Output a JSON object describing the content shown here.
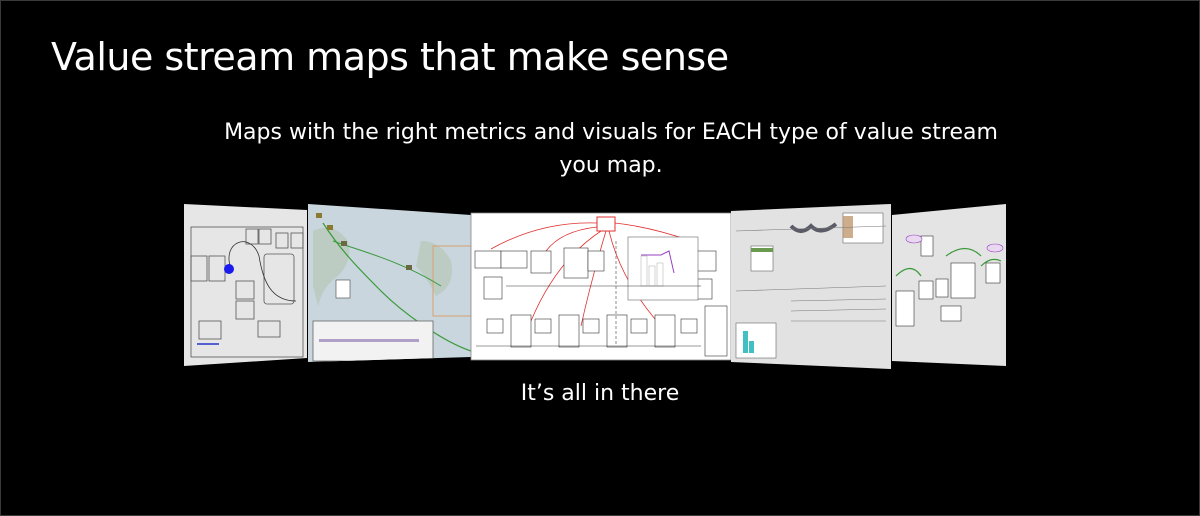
{
  "slide": {
    "title": "Value stream maps that make sense",
    "subtitle": "Maps with the right metrics and visuals for EACH type of value stream you map.",
    "caption": "It’s all in there"
  },
  "carousel": {
    "thumbnails": [
      {
        "name": "facility-layout-map",
        "background": "#e6e6e6"
      },
      {
        "name": "world-logistics-map",
        "background": "#c9d6de"
      },
      {
        "name": "value-stream-map",
        "background": "#ffffff"
      },
      {
        "name": "metrics-dashboard-map",
        "background": "#e2e2e2"
      },
      {
        "name": "process-flow-map",
        "background": "#e4e4e4"
      }
    ]
  },
  "colors": {
    "background": "#000000",
    "text": "#ffffff",
    "flow_line": "#e03030",
    "route_line": "#3a9a3a"
  }
}
